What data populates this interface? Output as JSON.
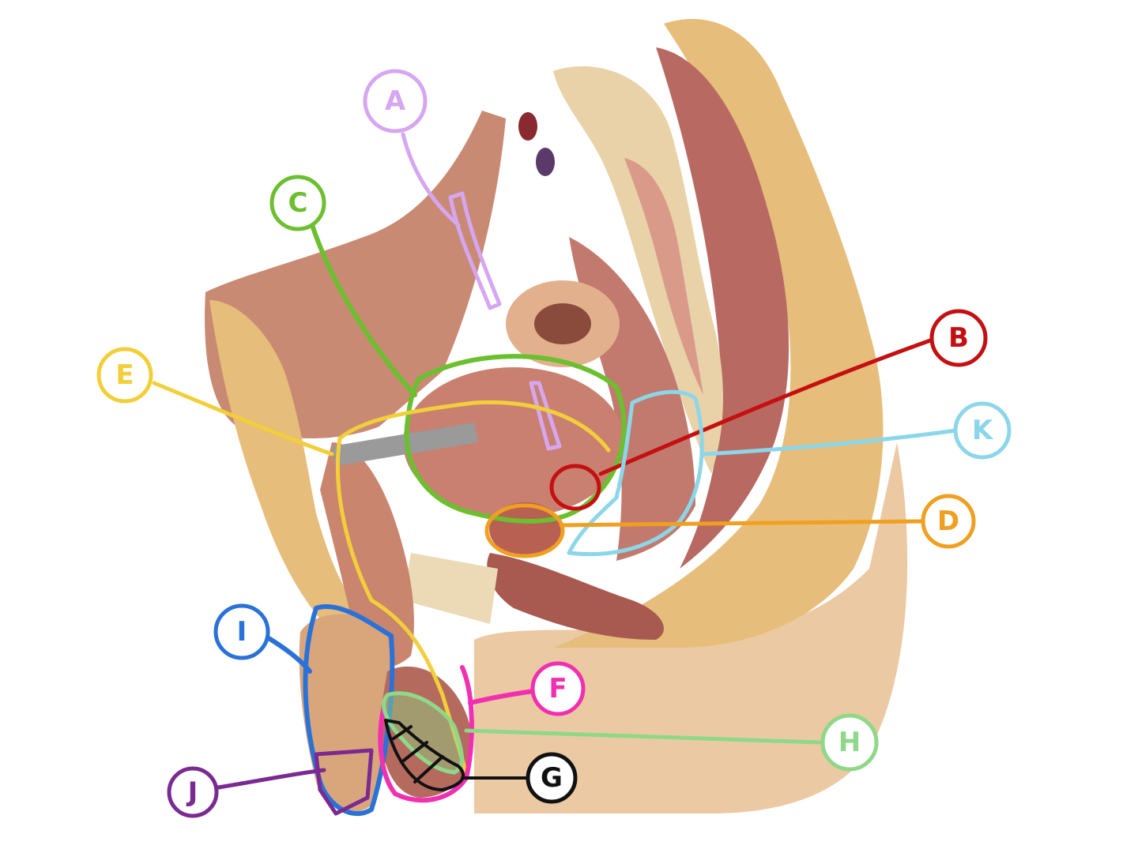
{
  "colors": {
    "background": "#ffffff",
    "tissue_muscle": "#b86a62",
    "tissue_fat": "#e6bd7a",
    "bone": "#e9d2a8",
    "skin": "#e8c9a4"
  },
  "callouts": [
    {
      "id": "A",
      "label": "A",
      "color": "#d6a6f0"
    },
    {
      "id": "B",
      "label": "B",
      "color": "#c41010"
    },
    {
      "id": "C",
      "label": "C",
      "color": "#6cbf2e"
    },
    {
      "id": "D",
      "label": "D",
      "color": "#f0a020"
    },
    {
      "id": "E",
      "label": "E",
      "color": "#f2cf3a"
    },
    {
      "id": "F",
      "label": "F",
      "color": "#f030b0"
    },
    {
      "id": "G",
      "label": "G",
      "color": "#111111"
    },
    {
      "id": "H",
      "label": "H",
      "color": "#8fd888"
    },
    {
      "id": "I",
      "label": "I",
      "color": "#2a72d8"
    },
    {
      "id": "J",
      "label": "J",
      "color": "#7a2a90"
    },
    {
      "id": "K",
      "label": "K",
      "color": "#8cd6ea"
    }
  ]
}
